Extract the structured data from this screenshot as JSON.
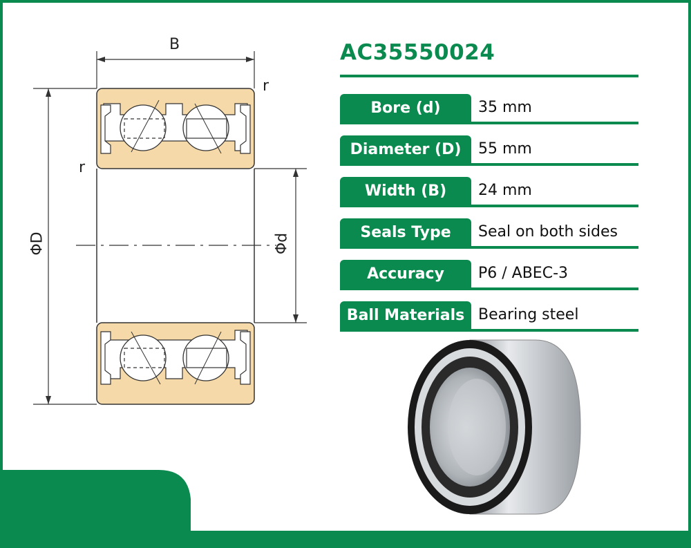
{
  "product": {
    "title": "AC35550024"
  },
  "specs": [
    {
      "label": "Bore (d)",
      "value": "35 mm"
    },
    {
      "label": "Diameter (D)",
      "value": "55 mm"
    },
    {
      "label": "Width (B)",
      "value": "24 mm"
    },
    {
      "label": "Seals Type",
      "value": "Seal on both sides"
    },
    {
      "label": "Accuracy",
      "value": "P6 / ABEC-3"
    },
    {
      "label": "Ball Materials",
      "value": "Bearing steel"
    }
  ],
  "drawing": {
    "width_label": "B",
    "radius_label": "r",
    "outer_diameter_label": "ΦD",
    "bore_label": "Φd"
  },
  "colors": {
    "brand": "#0b8a4f",
    "ring_fill": "#f5d9a8",
    "steel": "#b8bcc0"
  }
}
